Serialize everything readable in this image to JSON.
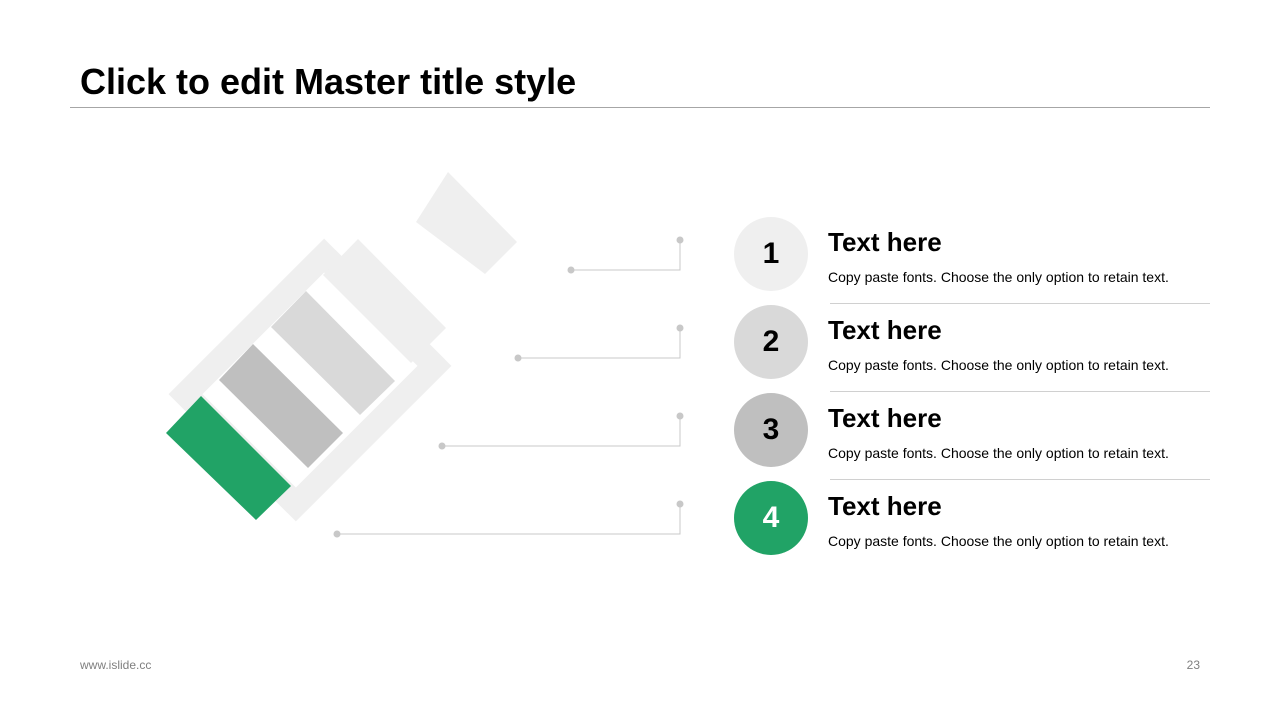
{
  "slide": {
    "title": "Click to edit Master title style",
    "footer": {
      "website": "www.islide.cc",
      "page_number": "23"
    }
  },
  "colors": {
    "accent": "#21a366",
    "light_gray": "#efefef",
    "mid_gray": "#d9d9d9",
    "dark_gray": "#bfbfbf",
    "connector": "#c8c8c8"
  },
  "battery": {
    "icon": "battery-icon",
    "levels": [
      "green",
      "dark-gray",
      "mid-gray",
      "light-gray"
    ]
  },
  "items": [
    {
      "number": "1",
      "title": "Text here",
      "desc": "Copy paste fonts. Choose the only option to retain text."
    },
    {
      "number": "2",
      "title": "Text here",
      "desc": "Copy paste fonts. Choose the only option to retain text."
    },
    {
      "number": "3",
      "title": "Text here",
      "desc": "Copy paste fonts. Choose the only option to retain text."
    },
    {
      "number": "4",
      "title": "Text here",
      "desc": "Copy paste fonts. Choose the only option to retain text."
    }
  ]
}
